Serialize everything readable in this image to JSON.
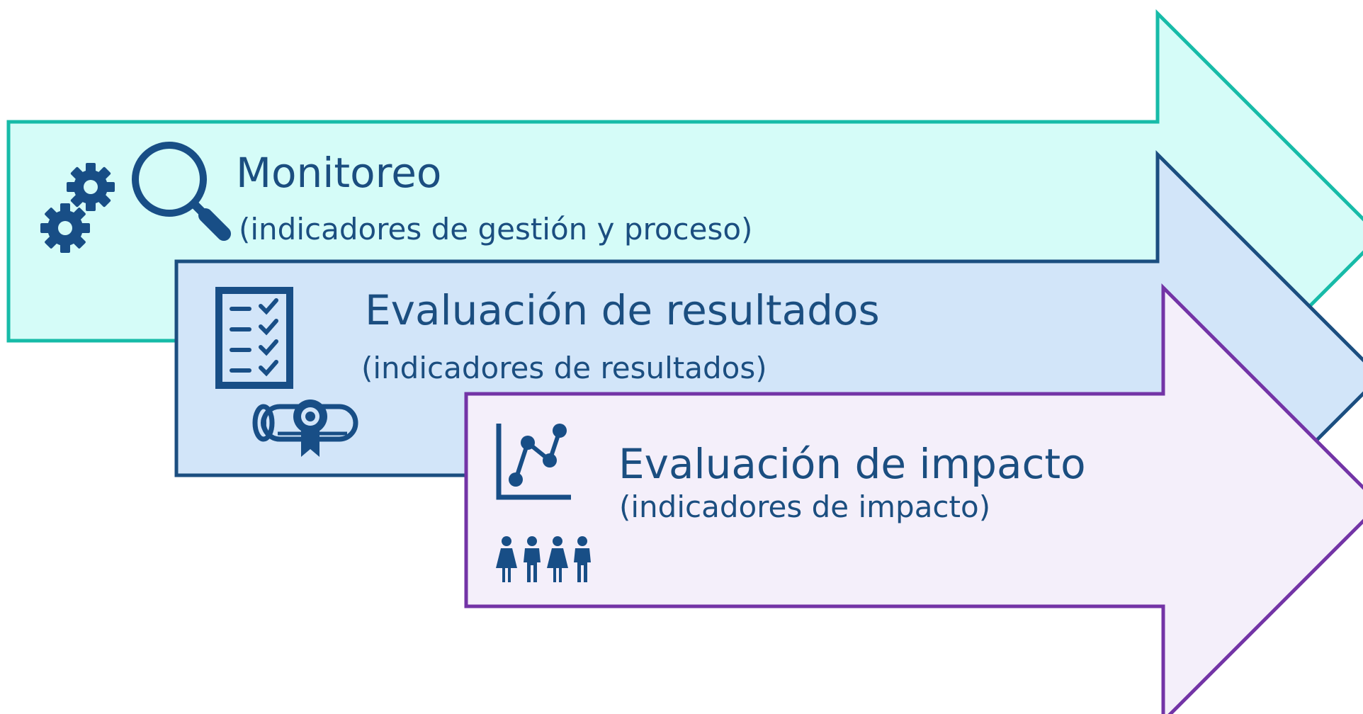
{
  "colors": {
    "text": "#1b4e80",
    "icon": "#184e86",
    "arrow1_fill": "#d5fcf8",
    "arrow1_stroke": "#17bba8",
    "arrow2_fill": "#d2e5f9",
    "arrow2_stroke": "#1b4e80",
    "arrow3_fill": "#f4effa",
    "arrow3_stroke": "#7334a6"
  },
  "arrows": [
    {
      "title": "Monitoreo",
      "subtitle": "(indicadores de gestión y proceso)",
      "icons": [
        "gears-icon",
        "magnifier-icon"
      ]
    },
    {
      "title": "Evaluación de resultados",
      "subtitle": "(indicadores de resultados)",
      "icons": [
        "checklist-icon",
        "diploma-icon"
      ]
    },
    {
      "title": "Evaluación de impacto",
      "subtitle": "(indicadores de impacto)",
      "icons": [
        "line-chart-icon",
        "people-group-icon"
      ]
    }
  ]
}
